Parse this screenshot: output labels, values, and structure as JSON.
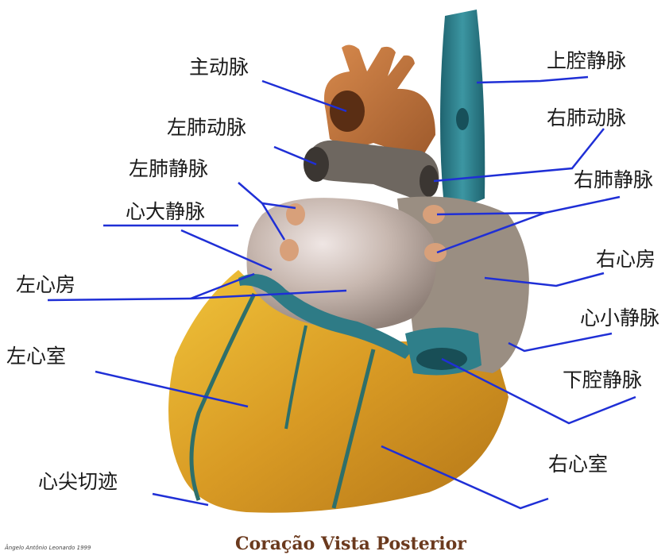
{
  "labels": {
    "aorta": "主动脉",
    "superior_vena_cava": "上腔静脉",
    "left_pulmonary_artery": "左肺动脉",
    "right_pulmonary_artery": "右肺动脉",
    "left_pulmonary_vein": "左肺静脉",
    "right_pulmonary_vein": "右肺静脉",
    "great_cardiac_vein": "心大静脉",
    "right_atrium": "右心房",
    "left_atrium": "左心房",
    "small_cardiac_vein": "心小静脉",
    "left_ventricle": "左心室",
    "inferior_vena_cava": "下腔静脉",
    "right_ventricle": "右心室",
    "apex_notch": "心尖切迹"
  },
  "caption": "Coração Vista Posterior",
  "credit": "Ângelo Antônio Leonardo 1999",
  "colors": {
    "leader_line": "#1f2fd6",
    "vein_blue": "#2f7f8a",
    "artery_brown": "#b86a3a",
    "ventricle_yellow": "#d8a22a",
    "atrium_gray": "#b7a79a"
  }
}
